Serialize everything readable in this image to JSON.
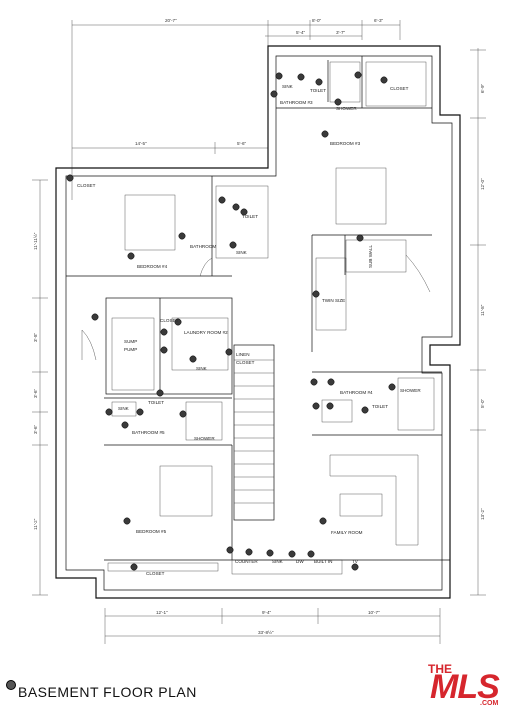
{
  "plan_title": "BASEMENT FLOOR  PLAN",
  "logo": {
    "the": "THE",
    "mls": "MLS",
    "com": ".COM",
    "color": "#d6262d"
  },
  "dimensions": {
    "top_overall": "20'-7\"",
    "top_mid": "8'-0\"",
    "top_right": "6'-3\"",
    "top_sub_a": "5'-4\"",
    "top_sub_b": "3'-7\"",
    "upper_left": "14'-5\"",
    "upper_mid": "5'-6\"",
    "left_top": "11'-11½\"",
    "left_mid": "3'-8\"",
    "left_low_a": "3'-6\"",
    "left_low_b": "3'-6\"",
    "left_bottom": "11'-2\"",
    "right_a": "6'-9\"",
    "right_b": "12'-0\"",
    "right_c": "11'-8\"",
    "right_d": "5'-0\"",
    "right_e": "13'-2\"",
    "bottom_a": "12'-1\"",
    "bottom_b": "9'-4\"",
    "bottom_c": "10'-7\"",
    "bottom_overall": "33'-8½\""
  },
  "rooms": {
    "bedroom_3": "BEDROOM #3",
    "bedroom_4": "BEDROOM #4",
    "bedroom_5": "BEDROOM #5",
    "bathroom_top": "BATHROOM #3",
    "bathroom_left_upper": "BATHROOM",
    "bathroom_5": "BATHROOM #5",
    "bathroom_4": "BATHROOM #4",
    "laundry": "LAUNDRY ROOM #2",
    "sump_1": "SUMP",
    "sump_2": "PUMP",
    "family_room": "FAMILY ROOM",
    "twin_size": "TWIN SIZE",
    "sub_wall": "SUB WALL"
  },
  "fixtures": {
    "closet_a": "CLOSET",
    "closet_b": "CLOSET",
    "closet_c": "CLOSET",
    "closet_d": "CLOSET",
    "linen_closet_1": "LINEN",
    "linen_closet_2": "CLOSET",
    "toilet_a": "TOILET",
    "toilet_b": "TOILET",
    "toilet_c": "TOILET",
    "toilet_d": "TOILET",
    "shower_a": "SHOWER",
    "shower_b": "SHOWER",
    "shower_c": "SHOWER",
    "sink_a": "SINK",
    "sink_b": "SINK",
    "sink_c": "SINK",
    "sink_d": "SINK",
    "sink_e": "SINK",
    "dw": "DW",
    "built_in": "BUILT IN",
    "tv": "TV",
    "counter": "COUNTER"
  }
}
